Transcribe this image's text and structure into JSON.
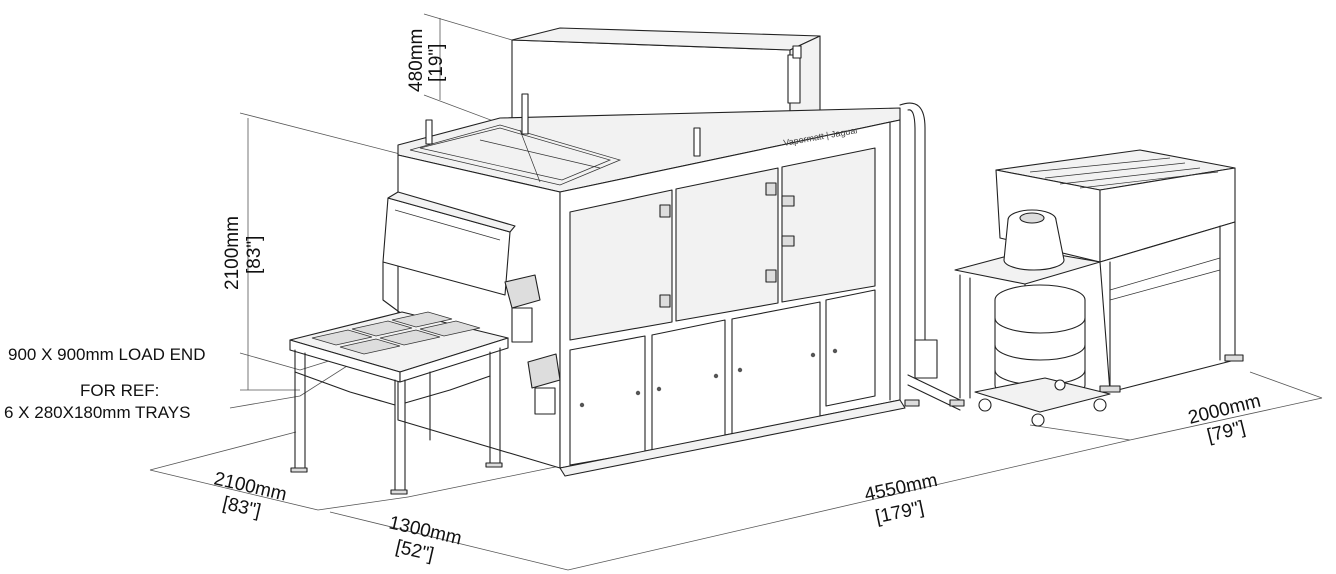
{
  "brand": {
    "name": "Vapormatt",
    "model": "Jaguar"
  },
  "dimensions": {
    "top_height": {
      "metric": "480mm",
      "imperial": "[19\"]"
    },
    "body_height": {
      "metric": "2100mm",
      "imperial": "[83\"]"
    },
    "load_width": {
      "metric": "2100mm",
      "imperial": "[83\"]"
    },
    "load_depth": {
      "metric": "1300mm",
      "imperial": "[52\"]"
    },
    "overall_length": {
      "metric": "4550mm",
      "imperial": "[179\"]"
    },
    "overall_depth": {
      "metric": "2000mm",
      "imperial": "[79\"]"
    }
  },
  "notes": {
    "load_end": "900 X 900mm LOAD END",
    "ref_line1": "FOR REF:",
    "ref_line2": "6 X 280X180mm TRAYS"
  }
}
